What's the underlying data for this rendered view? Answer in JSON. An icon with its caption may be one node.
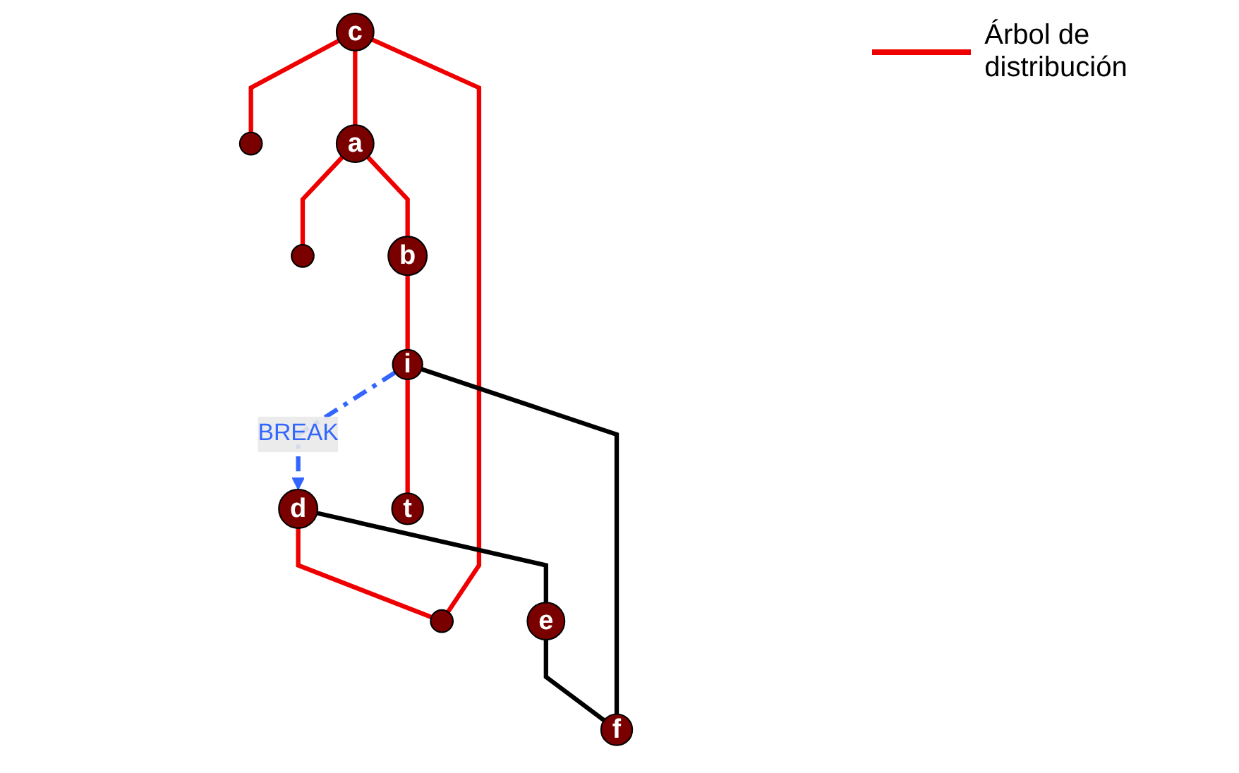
{
  "diagram": {
    "nodes": [
      {
        "text": [],
        "shape": "circle"
      },
      {
        "text": [
          "c"
        ]
      },
      {
        "text": [],
        "shape": "circle"
      },
      {
        "text": [
          "d"
        ]
      },
      {
        "text": [],
        "shape": "circle"
      },
      {
        "text": [
          "a"
        ]
      },
      {
        "text": [
          "e"
        ]
      },
      {
        "text": [
          "b"
        ]
      },
      {
        "text": [
          "f"
        ]
      },
      {
        "text": [
          "i"
        ]
      },
      {
        "text": [
          "t"
        ]
      }
    ],
    "edges": [
      {
        "from": 1,
        "to": 0,
        "arrow": "none"
      },
      {
        "from": 4,
        "to": 1,
        "arrow": "none"
      },
      {
        "from": 3,
        "to": 4,
        "arrow": "none"
      },
      {
        "from": 1,
        "to": 5,
        "arrow": "none"
      },
      {
        "from": 5,
        "to": 2,
        "arrow": "none"
      },
      {
        "from": 5,
        "to": 7,
        "arrow": "none"
      },
      {
        "from": 3,
        "to": 6,
        "arrow": "none",
        "color": "#000000"
      },
      {
        "from": 6,
        "to": 8,
        "arrow": "none",
        "color": "#000000"
      },
      {
        "from": 8,
        "to": 9,
        "arrow": "none",
        "color": "#000000"
      },
      {
        "from": 7,
        "to": 9,
        "arrow": "none"
      },
      {
        "from": 9,
        "to": 10,
        "arrow": "none"
      },
      {
        "from": 9,
        "to": 3,
        "arrow": "to",
        "label": "BREAK",
        "style": "dashed",
        "color": "#3366ff"
      }
    ],
    "legend": [
      {
        "text": "Árbol de distribución"
      }
    ]
  }
}
